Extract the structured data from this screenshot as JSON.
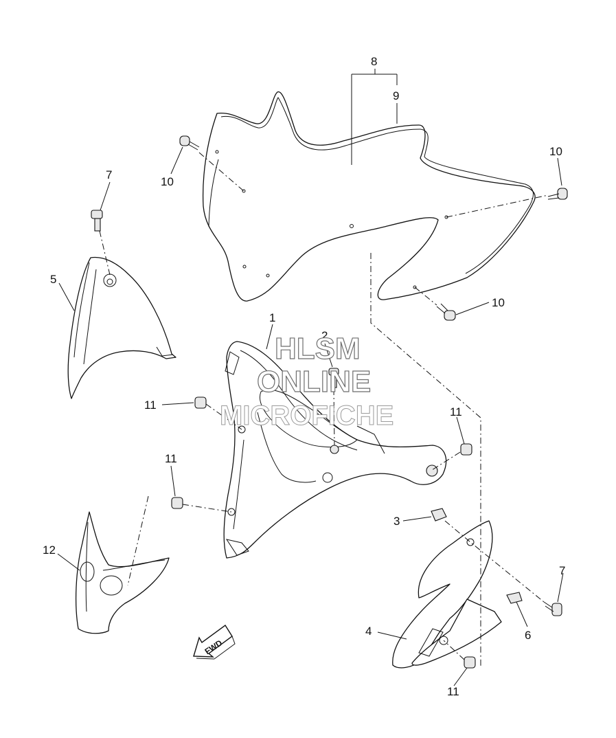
{
  "diagram": {
    "callouts": [
      {
        "id": "c1",
        "text": "1"
      },
      {
        "id": "c2",
        "text": "2"
      },
      {
        "id": "c3",
        "text": "3"
      },
      {
        "id": "c4",
        "text": "4"
      },
      {
        "id": "c5",
        "text": "5"
      },
      {
        "id": "c6",
        "text": "6"
      },
      {
        "id": "c7a",
        "text": "7"
      },
      {
        "id": "c7b",
        "text": "7"
      },
      {
        "id": "c8",
        "text": "8"
      },
      {
        "id": "c9",
        "text": "9"
      },
      {
        "id": "c10a",
        "text": "10"
      },
      {
        "id": "c10b",
        "text": "10"
      },
      {
        "id": "c10c",
        "text": "10"
      },
      {
        "id": "c11a",
        "text": "11"
      },
      {
        "id": "c11b",
        "text": "11"
      },
      {
        "id": "c11c",
        "text": "11"
      },
      {
        "id": "c11d",
        "text": "11"
      },
      {
        "id": "c12",
        "text": "12"
      }
    ],
    "direction_arrow": "FWD"
  },
  "watermark": {
    "line1": "HLSM",
    "line2": "ONLINE",
    "line3": "MICROFICHE"
  }
}
